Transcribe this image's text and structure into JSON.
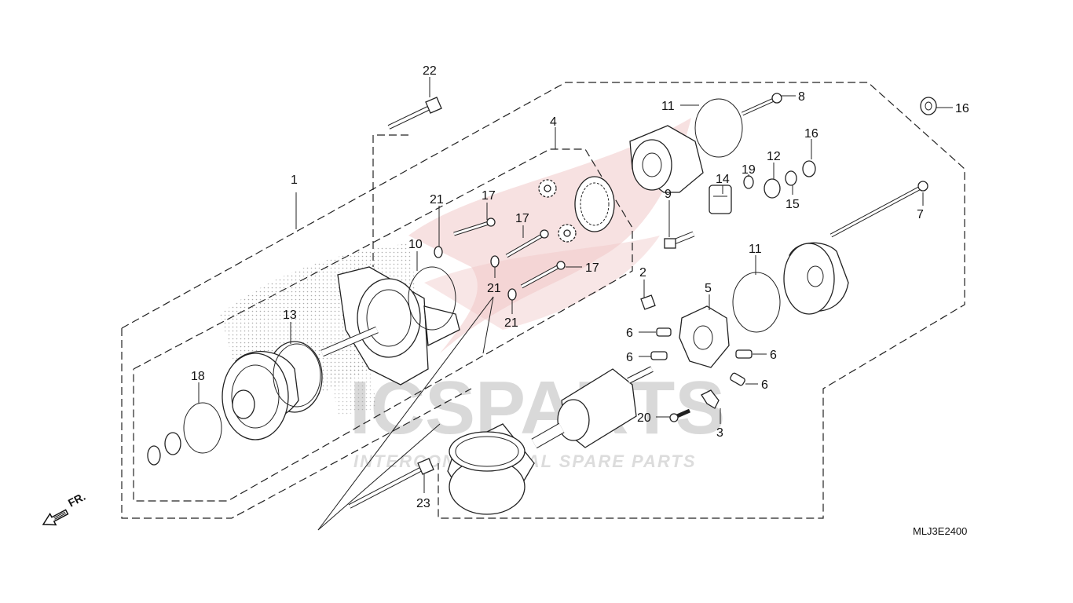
{
  "diagram": {
    "drawing_code": "MLJ3E2400",
    "direction_label": "FR.",
    "watermark": {
      "brand": "ICSPARTS",
      "tagline": "INTERCONTINENTAL SPARE PARTS"
    },
    "callouts": {
      "c1": "1",
      "c2": "2",
      "c3": "3",
      "c4": "4",
      "c5": "5",
      "c6a": "6",
      "c6b": "6",
      "c6c": "6",
      "c6d": "6",
      "c7": "7",
      "c8": "8",
      "c9": "9",
      "c10": "10",
      "c11a": "11",
      "c11b": "11",
      "c12": "12",
      "c13": "13",
      "c14": "14",
      "c15": "15",
      "c16a": "16",
      "c16b": "16",
      "c17a": "17",
      "c17b": "17",
      "c17c": "17",
      "c18": "18",
      "c19": "19",
      "c20": "20",
      "c21a": "21",
      "c21b": "21",
      "c21c": "21",
      "c22": "22",
      "c23": "23"
    },
    "colors": {
      "line": "#222222",
      "watermark_red": "#e8b3b3",
      "watermark_gray": "#d9d9d9"
    }
  }
}
